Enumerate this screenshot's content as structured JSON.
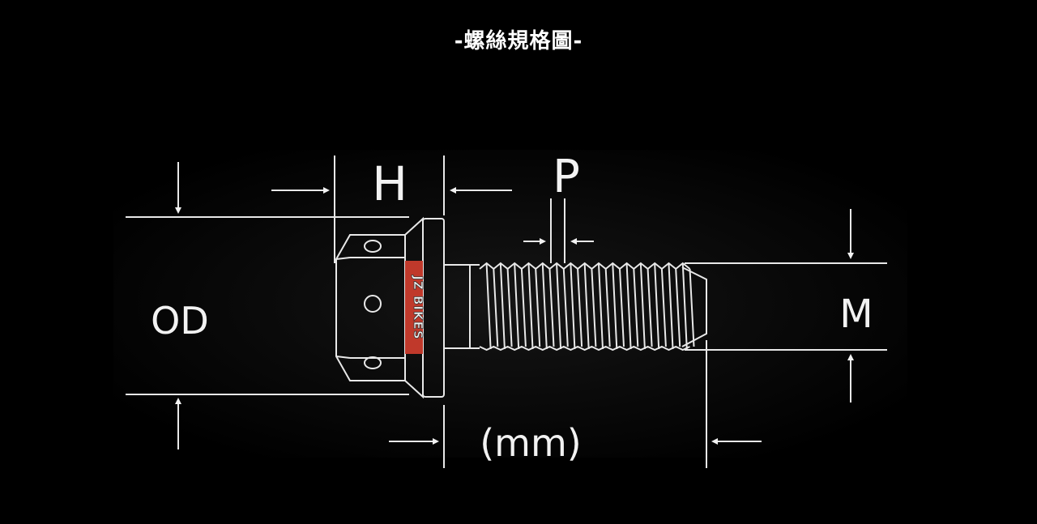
{
  "title": "-螺絲規格圖-",
  "labels": {
    "head_height": "H",
    "pitch": "P",
    "outer_diameter": "OD",
    "thread_diameter": "M",
    "unit": "(mm)"
  },
  "logo": "JZ BIKES",
  "colors": {
    "background": "#000000",
    "lines": "#e8e8e8",
    "logo_band": "#c0392b"
  }
}
